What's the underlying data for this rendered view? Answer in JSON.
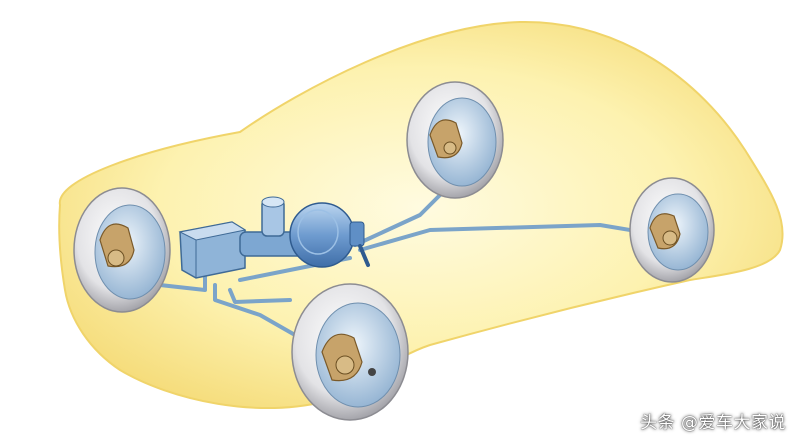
{
  "watermark": {
    "text": "头条 @爱车大家说"
  },
  "colors": {
    "body_fill": "#fcee9c",
    "body_edge": "#e8c85a",
    "tire": "#e9e9ea",
    "tire_shadow": "#9a9aa0",
    "rotor": "#b9d0e6",
    "caliper": "#c7a36a",
    "brake_line": "#7ba4c9",
    "booster": "#6f9cd0"
  },
  "icons": [
    "car-body",
    "wheel",
    "brake-caliper",
    "brake-booster",
    "master-cylinder",
    "abs-modulator",
    "brake-line"
  ]
}
